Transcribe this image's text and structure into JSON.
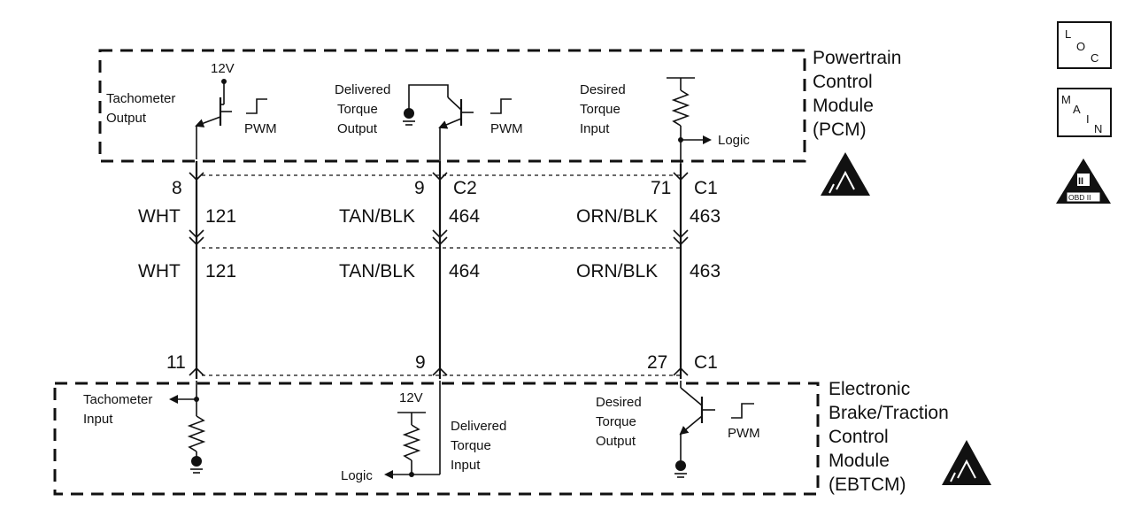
{
  "pcm": {
    "name_lines": [
      "Powertrain",
      "Control",
      "Module",
      "(PCM)"
    ],
    "tach_label": [
      "Tachometer",
      "Output"
    ],
    "tach_voltage": "12V",
    "tach_pwm": "PWM",
    "delivered_label": [
      "Delivered",
      "Torque",
      "Output"
    ],
    "delivered_pwm": "PWM",
    "desired_label": [
      "Desired",
      "Torque",
      "Input"
    ],
    "logic": "Logic"
  },
  "pcm_pins": {
    "tach": "8",
    "delivered": "9",
    "delivered_conn": "C2",
    "desired": "71",
    "desired_conn": "C1"
  },
  "wires_upper": [
    {
      "color": "WHT",
      "circuit": "121"
    },
    {
      "color": "TAN/BLK",
      "circuit": "464"
    },
    {
      "color": "ORN/BLK",
      "circuit": "463"
    }
  ],
  "wires_lower": [
    {
      "color": "WHT",
      "circuit": "121"
    },
    {
      "color": "TAN/BLK",
      "circuit": "464"
    },
    {
      "color": "ORN/BLK",
      "circuit": "463"
    }
  ],
  "ebtcm_pins": {
    "tach": "11",
    "delivered": "9",
    "desired": "27",
    "desired_conn": "C1"
  },
  "ebtcm": {
    "name_lines": [
      "Electronic",
      "Brake/Traction",
      "Control",
      "Module",
      "(EBTCM)"
    ],
    "tach_label": [
      "Tachometer",
      "Input"
    ],
    "delivered_voltage": "12V",
    "delivered_label": [
      "Delivered",
      "Torque",
      "Input"
    ],
    "logic": "Logic",
    "desired_label": [
      "Desired",
      "Torque",
      "Output"
    ],
    "desired_pwm": "PWM"
  },
  "side_icons": {
    "loc": [
      "L",
      "O",
      "C"
    ],
    "main": [
      "M",
      "A",
      "I",
      "N"
    ],
    "obd": [
      "II",
      "OBD II"
    ]
  },
  "colors": {
    "ink": "#111111",
    "background": "#ffffff"
  }
}
